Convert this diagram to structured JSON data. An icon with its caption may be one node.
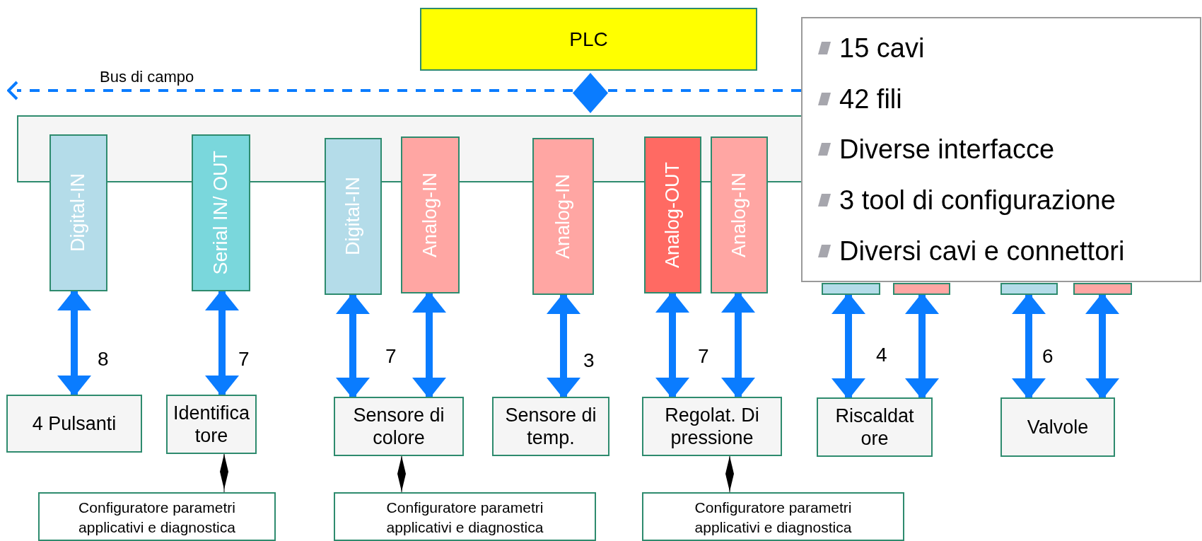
{
  "diagram": {
    "nodes": [
      {
        "text": [
          "PLC"
        ]
      },
      {
        "text": [
          "15 cavi",
          "42 fili",
          "Diverse interfacce",
          "3 tool di configurazione",
          "Diversi cavi e connettori"
        ]
      },
      {
        "text": [],
        "shape": "diamond"
      },
      {
        "text": [],
        "shape": "box"
      },
      {
        "text": [
          "Digital-IN"
        ]
      },
      {
        "text": [
          "Serial IN/ OUT"
        ]
      },
      {
        "text": [
          "Digital-IN"
        ]
      },
      {
        "text": [
          "Analog-IN"
        ]
      },
      {
        "text": [
          "Analog-IN"
        ]
      },
      {
        "text": [
          "Analog-OUT"
        ]
      },
      {
        "text": [
          "Analog-IN"
        ]
      },
      {
        "text": [],
        "shape": "box"
      },
      {
        "text": [],
        "shape": "box"
      },
      {
        "text": [],
        "shape": "box"
      },
      {
        "text": [],
        "shape": "box"
      },
      {
        "text": [
          "4 Pulsanti"
        ]
      },
      {
        "text": [
          "Identifica tore"
        ]
      },
      {
        "text": [
          "Sensore di colore"
        ]
      },
      {
        "text": [
          "Sensore di temp."
        ]
      },
      {
        "text": [
          "Regolat. Di pressione"
        ]
      },
      {
        "text": [
          "Riscaldat ore"
        ]
      },
      {
        "text": [
          "Valvole"
        ]
      },
      {
        "text": [
          "Configuratore parametri applicativi e diagnostica"
        ]
      },
      {
        "text": [
          "Configuratore parametri applicativi e diagnostica"
        ]
      },
      {
        "text": [
          "Configuratore parametri applicativi e diagnostica"
        ]
      }
    ],
    "edges": [
      {
        "from": 1,
        "to": 2,
        "arrow": "none",
        "style": "dashed"
      },
      {
        "from": 2,
        "to": 3,
        "arrow": "to",
        "style": "dashed",
        "label": "Bus di campo"
      },
      {
        "from": 4,
        "to": 15,
        "arrow": "both"
      },
      {
        "from": 5,
        "to": 16,
        "arrow": "both"
      },
      {
        "from": 6,
        "to": 17,
        "arrow": "both"
      },
      {
        "from": 7,
        "to": 17,
        "arrow": "both"
      },
      {
        "from": 8,
        "to": 18,
        "arrow": "both"
      },
      {
        "from": 9,
        "to": 19,
        "arrow": "both"
      },
      {
        "from": 10,
        "to": 19,
        "arrow": "both"
      },
      {
        "from": 11,
        "to": 20,
        "arrow": "both"
      },
      {
        "from": 12,
        "to": 20,
        "arrow": "both"
      },
      {
        "from": 13,
        "to": 21,
        "arrow": "both"
      },
      {
        "from": 14,
        "to": 21,
        "arrow": "both"
      },
      {
        "from": 16,
        "to": 22,
        "arrow": "other",
        "color": "#000000"
      },
      {
        "from": 17,
        "to": 23,
        "arrow": "other",
        "color": "#000000"
      },
      {
        "from": 19,
        "to": 24,
        "arrow": "other",
        "color": "#000000"
      }
    ],
    "labels": [
      "8",
      "7",
      "7",
      "3",
      "7",
      "4",
      "6"
    ]
  }
}
